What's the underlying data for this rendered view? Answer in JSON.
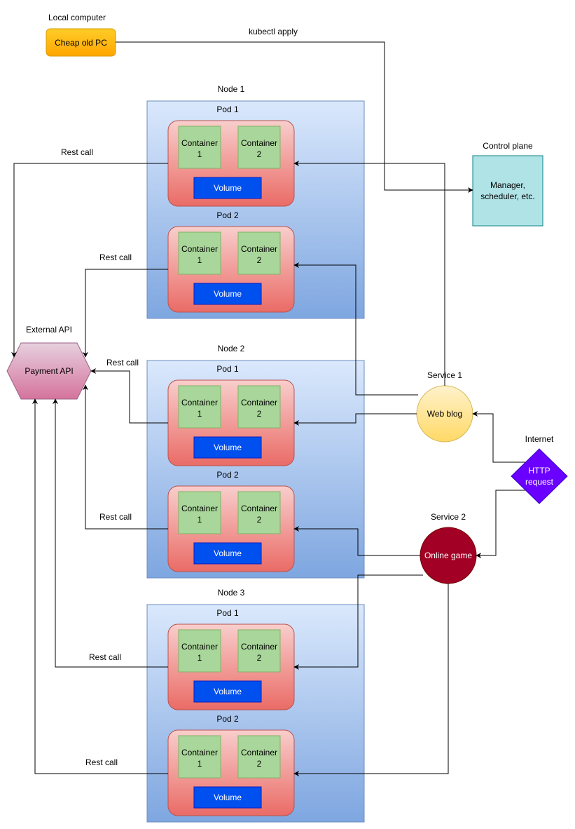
{
  "local": {
    "caption": "Local computer",
    "pc_label": "Cheap old PC",
    "apply_label": "kubectl apply"
  },
  "control_plane": {
    "caption": "Control plane",
    "line1": "Manager,",
    "line2": "scheduler, etc."
  },
  "external": {
    "caption": "External API",
    "label": "Payment API"
  },
  "internet": {
    "caption": "Internet",
    "line1": "HTTP",
    "line2": "request"
  },
  "services": [
    {
      "caption": "Service 1",
      "label": "Web blog"
    },
    {
      "caption": "Service 2",
      "label": "Online game"
    }
  ],
  "nodes": [
    {
      "label": "Node 1",
      "pods": [
        {
          "label": "Pod 1",
          "container_a": [
            "Container",
            "1"
          ],
          "container_b": [
            "Container",
            "2"
          ],
          "volume": "Volume"
        },
        {
          "label": "Pod 2",
          "container_a": [
            "Container",
            "1"
          ],
          "container_b": [
            "Container",
            "2"
          ],
          "volume": "Volume"
        }
      ]
    },
    {
      "label": "Node 2",
      "pods": [
        {
          "label": "Pod 1",
          "container_a": [
            "Container",
            "1"
          ],
          "container_b": [
            "Container",
            "2"
          ],
          "volume": "Volume"
        },
        {
          "label": "Pod 2",
          "container_a": [
            "Container",
            "1"
          ],
          "container_b": [
            "Container",
            "2"
          ],
          "volume": "Volume"
        }
      ]
    },
    {
      "label": "Node 3",
      "pods": [
        {
          "label": "Pod 1",
          "container_a": [
            "Container",
            "1"
          ],
          "container_b": [
            "Container",
            "2"
          ],
          "volume": "Volume"
        },
        {
          "label": "Pod 2",
          "container_a": [
            "Container",
            "1"
          ],
          "container_b": [
            "Container",
            "2"
          ],
          "volume": "Volume"
        }
      ]
    }
  ],
  "rest_calls": [
    "Rest call",
    "Rest call",
    "Rest call",
    "Rest call",
    "Rest call",
    "Rest call"
  ],
  "colors": {
    "node_top": "#dae8fc",
    "node_bottom": "#7ea6e0",
    "node_stroke": "#6c8ebf",
    "pod_top": "#f8cecc",
    "pod_bottom": "#ea6b66",
    "pod_stroke": "#b85450",
    "container_fill": "#a9d69a",
    "container_stroke": "#82b366",
    "volume_fill": "#0050ef",
    "volume_stroke": "#001dbc",
    "pc_top": "#ffcd28",
    "pc_bottom": "#ffa500",
    "control_plane_fill": "#b0e3e6",
    "payment_top": "#e6d0de",
    "payment_bottom": "#d5739d",
    "web_blog_top": "#fff2cc",
    "web_blog_bottom": "#ffd966",
    "online_game_fill": "#a20025",
    "http_fill": "#6a00ff"
  }
}
